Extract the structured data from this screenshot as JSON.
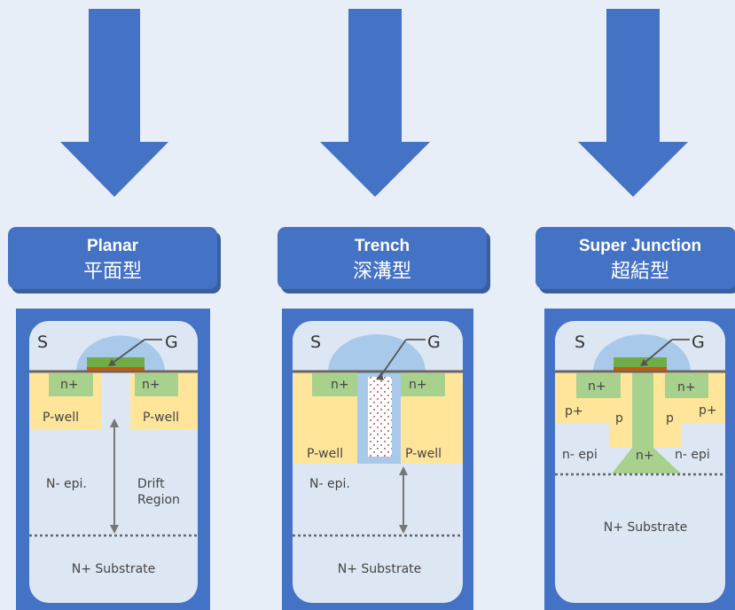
{
  "colors": {
    "background": "#e8eef7",
    "arrow": "#4472c4",
    "header": "#4472c4",
    "panel_border": "#4472c4",
    "device_bg": "#dde7f4",
    "gate_dome": "#a9c9ea",
    "p_region": "#ffe59a",
    "n_region": "#a9d18e",
    "gate_poly": "#70ad47",
    "oxide": "#c55a11"
  },
  "columns": [
    {
      "title_en": "Planar",
      "title_cn": "平面型",
      "source": "S",
      "gate": "G",
      "n_plus_left": "n+",
      "n_plus_right": "n+",
      "p_well_left": "P-well",
      "p_well_right": "P-well",
      "epi": "N- epi.",
      "drift_1": "Drift",
      "drift_2": "Region",
      "substrate": "N+ Substrate"
    },
    {
      "title_en": "Trench",
      "title_cn": "深溝型",
      "source": "S",
      "gate": "G",
      "n_plus_left": "n+",
      "n_plus_right": "n+",
      "p_well_left": "P-well",
      "p_well_right": "P-well",
      "epi": "N- epi.",
      "substrate": "N+ Substrate"
    },
    {
      "title_en": "Super Junction",
      "title_cn": "超結型",
      "source": "S",
      "gate": "G",
      "n_plus_left": "n+",
      "n_plus_right": "n+",
      "p_plus_left": "p+",
      "p_plus_right": "p+",
      "p_left": "p",
      "p_right": "p",
      "epi_left": "n- epi",
      "n_plus_center": "n+",
      "epi_right": "n- epi",
      "substrate": "N+ Substrate"
    }
  ]
}
